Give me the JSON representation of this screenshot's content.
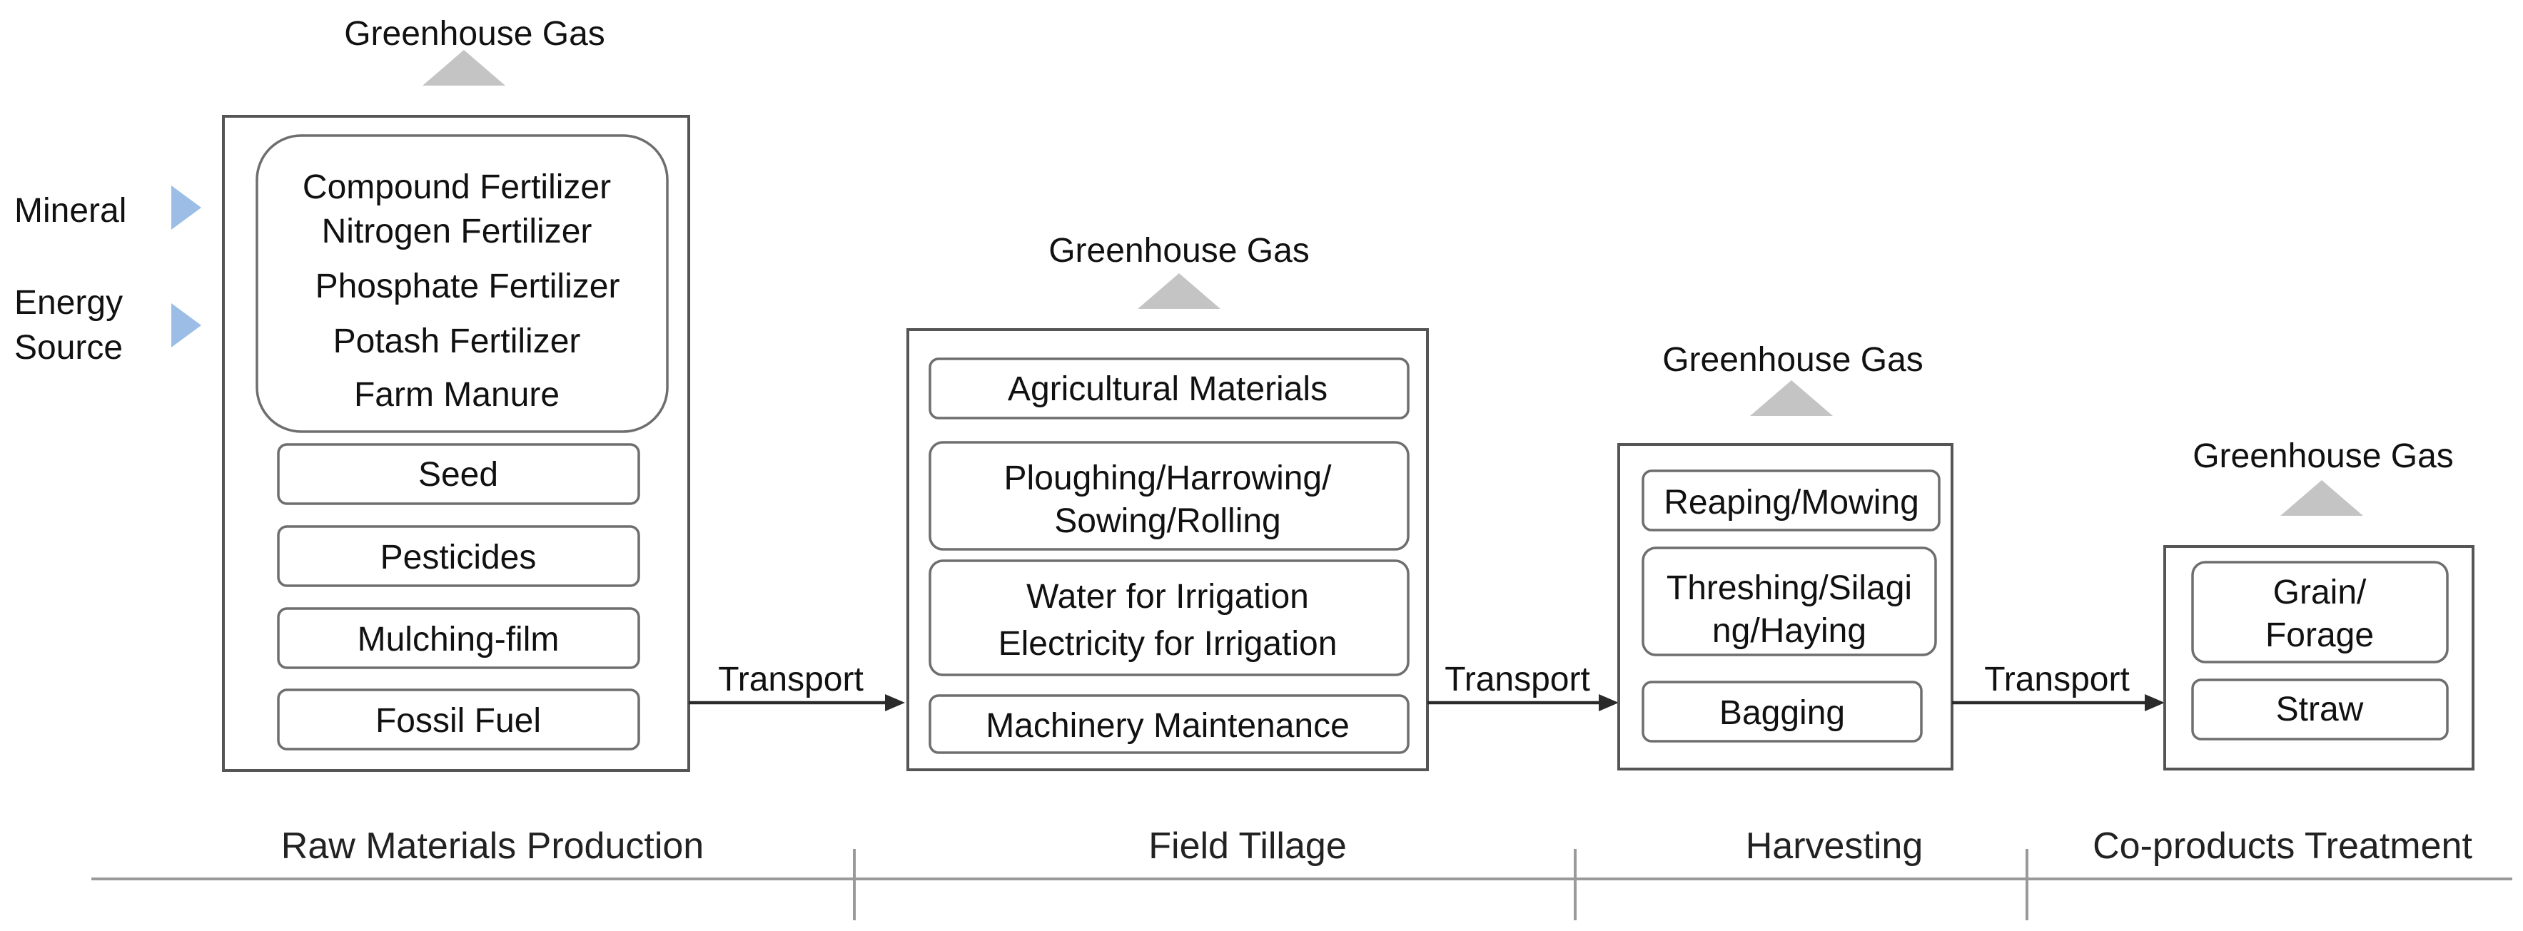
{
  "diagram": {
    "ghg_label": "Greenhouse Gas",
    "inputs": {
      "mineral": "Mineral",
      "energy_line1": "Energy",
      "energy_line2": "Source"
    },
    "raw": {
      "fertilizers": [
        "Compound Fertilizer",
        "Nitrogen Fertilizer",
        "Phosphate Fertilizer",
        "Potash Fertilizer",
        "Farm Manure"
      ],
      "items": [
        "Seed",
        "Pesticides",
        "Mulching-film",
        "Fossil Fuel"
      ]
    },
    "tillage": {
      "items": [
        [
          "Agricultural Materials"
        ],
        [
          "Ploughing/Harrowing/",
          "Sowing/Rolling"
        ],
        [
          "Water for Irrigation",
          "Electricity for Irrigation"
        ],
        [
          "Machinery Maintenance"
        ]
      ]
    },
    "harvest": {
      "items": [
        [
          "Reaping/Mowing"
        ],
        [
          "Threshing/Silagi",
          "ng/Haying"
        ],
        [
          "Bagging"
        ]
      ]
    },
    "coproducts": {
      "items": [
        [
          "Grain/",
          "Forage"
        ],
        [
          "Straw"
        ]
      ]
    },
    "transport_label": "Transport",
    "stages": [
      "Raw Materials Production",
      "Field Tillage",
      "Harvesting",
      "Co-products Treatment"
    ]
  }
}
